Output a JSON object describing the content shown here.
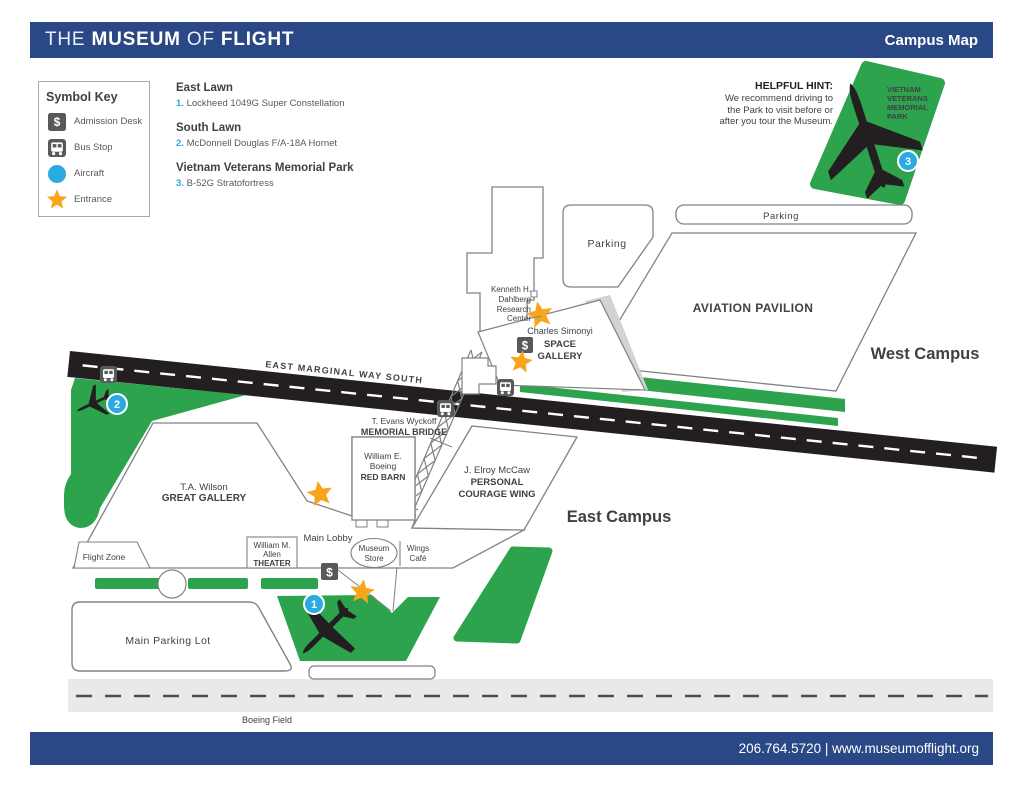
{
  "header": {
    "word1": "THE ",
    "word2": "MUSEUM",
    "word3": " OF ",
    "word4": "FLIGHT",
    "right": "Campus Map"
  },
  "footer": {
    "text": "206.764.5720 | www.museumofflight.org"
  },
  "symbol_key": {
    "title": "Symbol Key",
    "admission": "Admission Desk",
    "bus": "Bus Stop",
    "aircraft": "Aircraft",
    "entrance": "Entrance"
  },
  "legend": {
    "s1_title": "East Lawn",
    "s1_num": "1.",
    "s1_text": "Lockheed 1049G Super Constellation",
    "s2_title": "South Lawn",
    "s2_num": "2.",
    "s2_text": "McDonnell Douglas F/A-18A Hornet",
    "s3_title": "Vietnam Veterans Memorial Park",
    "s3_num": "3.",
    "s3_text": "B-52G Stratofortress"
  },
  "hint": {
    "title": "HELPFUL HINT:",
    "line1": "We recommend driving to",
    "line2": "the Park to visit before or",
    "line3": "after you tour the Museum."
  },
  "icons": {
    "dollar": "$"
  },
  "map": {
    "park_line1": "VIETNAM",
    "park_line2": "VETERANS",
    "park_line3": "MEMORIAL",
    "park_line4": "PARK",
    "road_label": "EAST MARGINAL WAY SOUTH",
    "west_campus": "West Campus",
    "east_campus": "East Campus",
    "parking": "Parking",
    "aviation_pavilion": "AVIATION PAVILION",
    "rc_line1": "Kenneth H.",
    "rc_line2": "Dahlberg",
    "rc_line3": "Research",
    "rc_line4": "Center",
    "sg_line1": "Charles Simonyi",
    "sg_line2": "SPACE",
    "sg_line3": "GALLERY",
    "bridge_line1": "T. Evans Wyckoff",
    "bridge_line2": "MEMORIAL BRIDGE",
    "rb_line1": "William E.",
    "rb_line2": "Boeing",
    "rb_line3": "RED BARN",
    "pcw_line1": "J. Elroy McCaw",
    "pcw_line2": "PERSONAL",
    "pcw_line3": "COURAGE WING",
    "gg_line1": "T.A. Wilson",
    "gg_line2": "GREAT GALLERY",
    "flight_zone": "Flight Zone",
    "th_line1": "William M.",
    "th_line2": "Allen",
    "th_line3": "THEATER",
    "main_lobby": "Main Lobby",
    "ms_line1": "Museum",
    "ms_line2": "Store",
    "wc_line1": "Wings",
    "wc_line2": "Café",
    "main_parking": "Main Parking Lot",
    "boeing_field": "Boeing Field",
    "marker1": "1",
    "marker2": "2",
    "marker3": "3"
  },
  "colors": {
    "navy": "#2a4885",
    "green": "#2ca34c",
    "marker_blue": "#29abe2",
    "star_gold": "#f9a51c",
    "icon_gray": "#58595b",
    "road_black": "#231f20",
    "outline_gray": "#808285",
    "text_dark": "#414042",
    "runway_gray": "#e8e9ea"
  }
}
